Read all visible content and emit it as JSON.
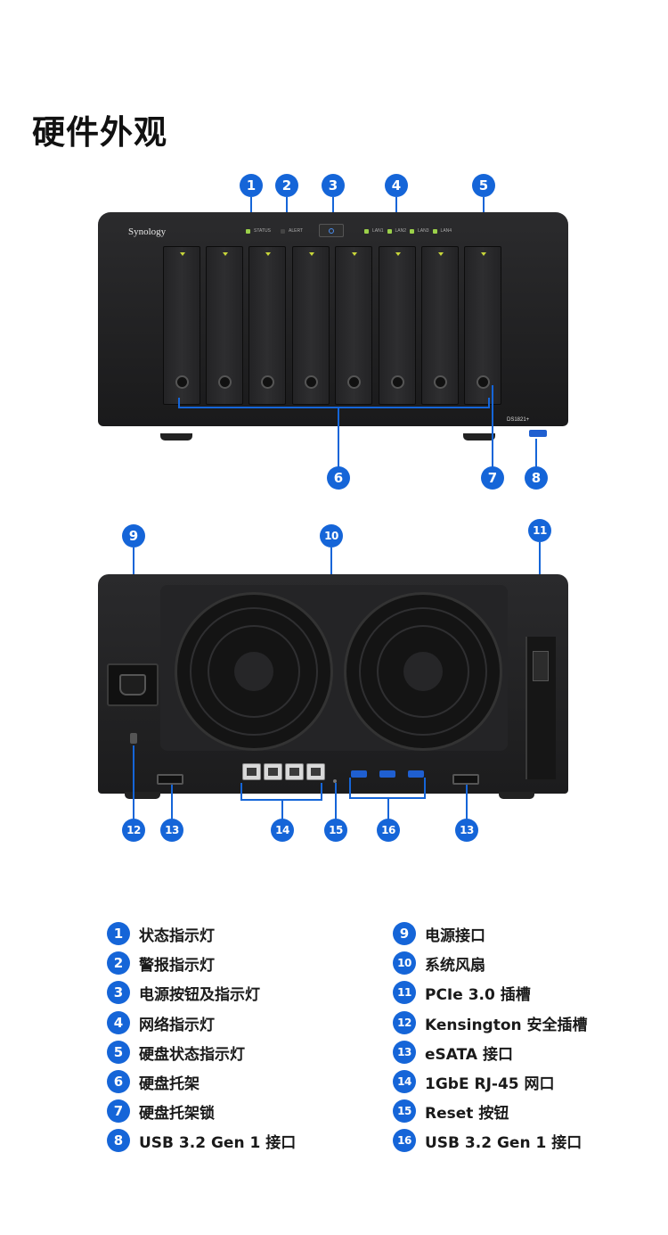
{
  "title": "硬件外观",
  "front_device": {
    "brand": "Synology",
    "model": "DS1821+",
    "leds": [
      "STATUS",
      "ALERT",
      "LAN1",
      "LAN2",
      "LAN3",
      "LAN4"
    ]
  },
  "callouts": {
    "front": [
      "1",
      "2",
      "3",
      "4",
      "5",
      "6",
      "7",
      "8"
    ],
    "rear": [
      "9",
      "10",
      "11",
      "12",
      "13",
      "14",
      "15",
      "16",
      "13"
    ]
  },
  "legend_left": [
    {
      "num": "1",
      "label": "状态指示灯"
    },
    {
      "num": "2",
      "label": "警报指示灯"
    },
    {
      "num": "3",
      "label": "电源按钮及指示灯"
    },
    {
      "num": "4",
      "label": "网络指示灯"
    },
    {
      "num": "5",
      "label": "硬盘状态指示灯"
    },
    {
      "num": "6",
      "label": "硬盘托架"
    },
    {
      "num": "7",
      "label": "硬盘托架锁"
    },
    {
      "num": "8",
      "label": "USB 3.2 Gen 1 接口"
    }
  ],
  "legend_right": [
    {
      "num": "9",
      "label": "电源接口"
    },
    {
      "num": "10",
      "label": "系统风扇"
    },
    {
      "num": "11",
      "label": "PCIe 3.0 插槽"
    },
    {
      "num": "12",
      "label": "Kensington 安全插槽"
    },
    {
      "num": "13",
      "label": "eSATA 接口"
    },
    {
      "num": "14",
      "label": "1GbE RJ-45 网口"
    },
    {
      "num": "15",
      "label": "Reset 按钮"
    },
    {
      "num": "16",
      "label": "USB 3.2 Gen 1 接口"
    }
  ],
  "colors": {
    "accent": "#1565d8",
    "device": "#1f1f21"
  }
}
